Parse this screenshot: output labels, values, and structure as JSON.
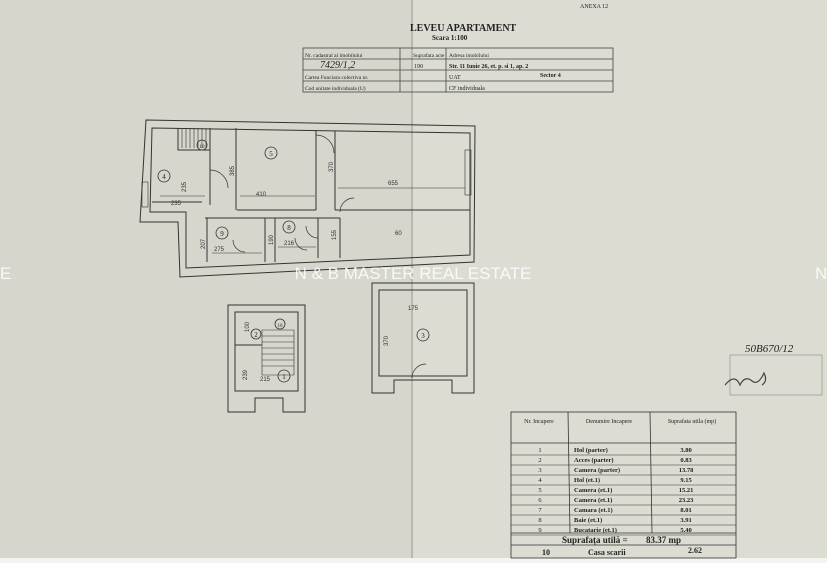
{
  "document": {
    "annex": "ANEXA 12",
    "title": "LEVEU APARTAMENT",
    "scale": "Scara 1:100",
    "watermark": "N & B MASTER REAL ESTATE",
    "watermark_left_fragment": "E",
    "watermark_right_fragment": "N"
  },
  "header_table": {
    "cadastral_label": "Nr. cadastral al imobilului",
    "cadastral_value": "7429/1,2",
    "area_label": "Suprafata acte",
    "area_value": "190",
    "address_label": "Adresa imobilului",
    "address_value": "Str. 11 Iunie 26, et. p. si 1, ap. 2",
    "land_book_label": "Cartea Funciara colectiva nr.",
    "uat_label": "UAT",
    "uat_value": "Sector 4",
    "unit_code_label": "Cod unitate individuala (U)",
    "cf_label": "CF individuala"
  },
  "plan": {
    "room_numbers": [
      "4",
      "5",
      "9",
      "8",
      "10",
      "2",
      "1",
      "3"
    ],
    "dimensions": [
      "235",
      "235",
      "385",
      "410",
      "370",
      "655",
      "207",
      "275",
      "190",
      "216",
      "155",
      "60",
      "100",
      "239",
      "215",
      "370",
      "175"
    ]
  },
  "rooms_table": {
    "headers": [
      "Nr. Incapere",
      "Denumire Incapere",
      "Suprafata utila (mp)"
    ],
    "rows": [
      {
        "nr": "1",
        "name": "Hol (parter)",
        "area": "3.80"
      },
      {
        "nr": "2",
        "name": "Acces (parter)",
        "area": "0.83"
      },
      {
        "nr": "3",
        "name": "Camera (parter)",
        "area": "13.78"
      },
      {
        "nr": "4",
        "name": "Hol (et.1)",
        "area": "9.15"
      },
      {
        "nr": "5",
        "name": "Camera (et.1)",
        "area": "15.21"
      },
      {
        "nr": "6",
        "name": "Camera (et.1)",
        "area": "23.23"
      },
      {
        "nr": "7",
        "name": "Camara (et.1)",
        "area": "8.01"
      },
      {
        "nr": "8",
        "name": "Baie (et.1)",
        "area": "3.91"
      },
      {
        "nr": "9",
        "name": "Bucatarie (et.1)",
        "area": "5.40"
      }
    ],
    "total_label": "Suprafața utilă =",
    "total_value": "83.37 mp",
    "extra_row": {
      "nr": "10",
      "name": "Casa scarii",
      "area": "2.62"
    }
  },
  "stamp": {
    "number": "50B670/12"
  }
}
